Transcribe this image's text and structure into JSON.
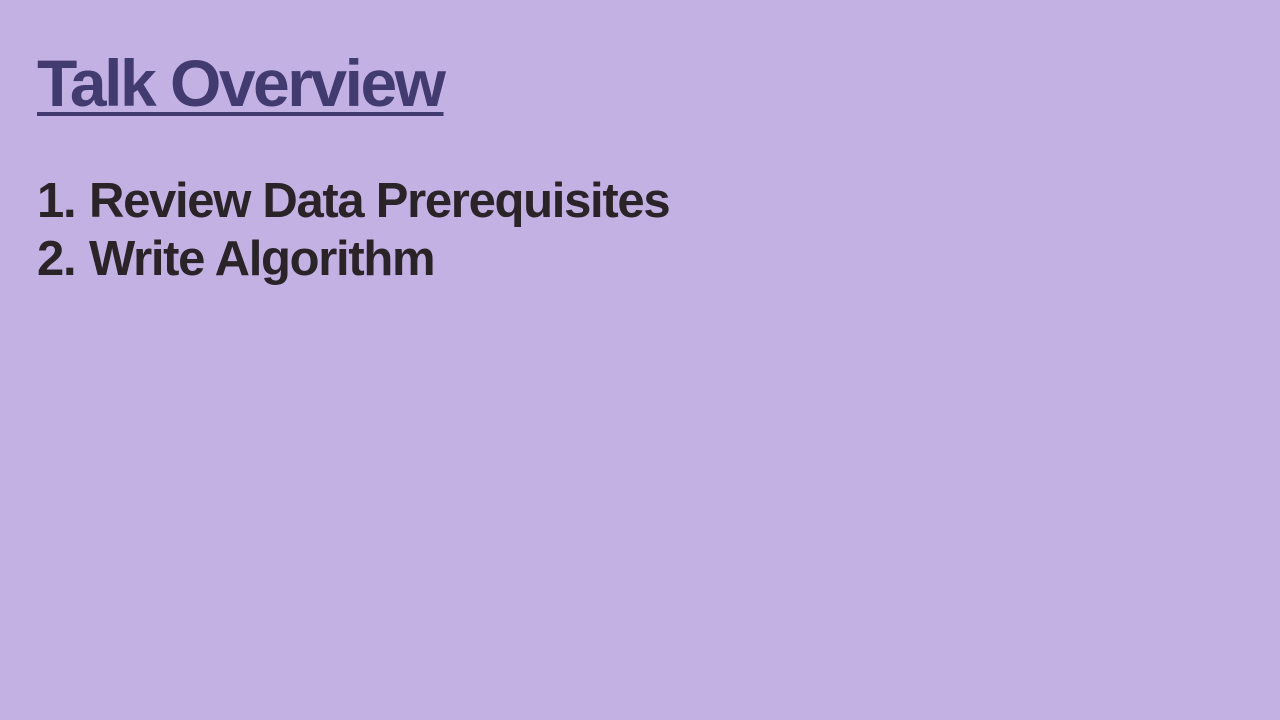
{
  "slide": {
    "title": "Talk Overview",
    "agenda": [
      {
        "number": "1.",
        "text": "Review Data Prerequisites"
      },
      {
        "number": "2.",
        "text": "Write Algorithm"
      }
    ]
  },
  "colors": {
    "background": "#c4b1e4",
    "title": "#423b70",
    "body_text": "#2a2429"
  }
}
